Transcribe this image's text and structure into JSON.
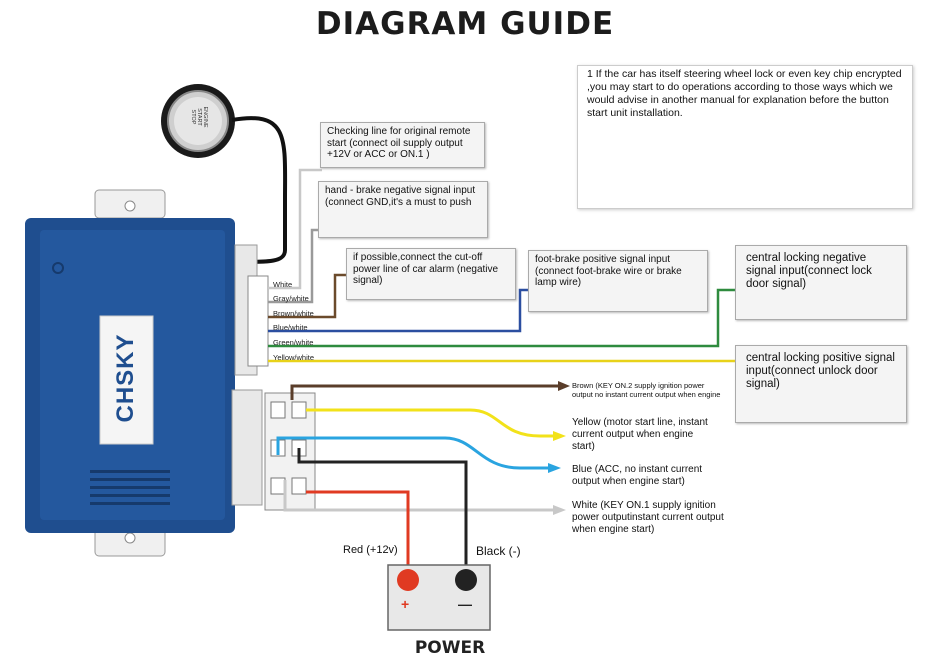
{
  "title": "DIAGRAM GUIDE",
  "brand": "CHSKY",
  "start_button_text": [
    "ENGINE",
    "START",
    "STOP"
  ],
  "harness_wires": [
    {
      "label": "White",
      "color": "#f2f2f2"
    },
    {
      "label": "Gray/white",
      "color": "#9a9a9a"
    },
    {
      "label": "Brown/white",
      "color": "#6b4a2b"
    },
    {
      "label": "Blue/white",
      "color": "#2b4ea0"
    },
    {
      "label": "Green/white",
      "color": "#2e8b3e"
    },
    {
      "label": "Yellow/white",
      "color": "#e8d21a"
    }
  ],
  "callouts": {
    "checking_line": "Checking line for original remote start (connect oil supply output +12V or ACC or ON.1 )",
    "hand_brake": "hand - brake negative signal input (connect GND,it's a must to push",
    "car_alarm": "if possible,connect the cut-off power line of car alarm (negative signal)",
    "foot_brake": "foot-brake positive signal input (connect foot-brake wire or brake lamp wire)",
    "lock_negative": "central locking negative signal input(connect lock door signal)",
    "lock_positive": "central locking positive signal input(connect unlock door signal)"
  },
  "outputs": {
    "brown": "Brown (KEY ON.2 supply ignition power output no instant current output when engine",
    "yellow": "Yellow (motor start line, instant current output when engine start)",
    "blue": "Blue (ACC, no instant current output when engine start)",
    "white": "White (KEY ON.1 supply ignition power outputinstant current output when engine start)"
  },
  "note": "1 If the car has itself steering wheel lock or even key chip encrypted ,you may start to do operations according to those ways which we would advise in another manual for explanation before the button start unit installation.",
  "power": {
    "red_label": "Red (+12v)",
    "black_label": "Black (-)",
    "plus": "+",
    "minus": "—",
    "label": "POWER"
  },
  "colors": {
    "unit_blue": "#1f4e8f",
    "red": "#e03a22",
    "yellow": "#f2e21a",
    "blue": "#2aa4e0",
    "brown": "#5a3d2a",
    "white_wire": "#c8c8c8"
  }
}
